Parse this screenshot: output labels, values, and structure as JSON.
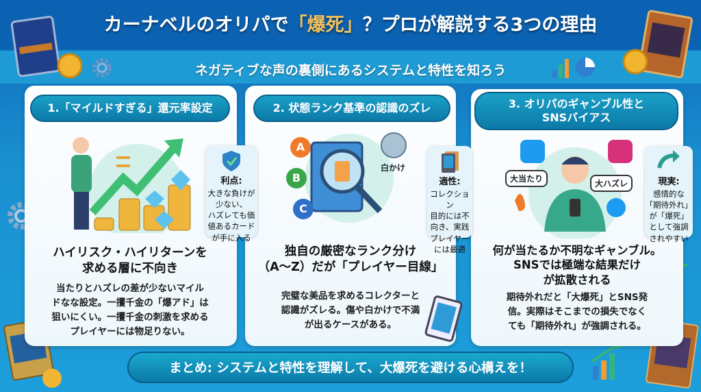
{
  "header": {
    "title_pre": "カーナベルのオリパで",
    "title_highlight": "「爆死」",
    "title_post": "？プロが解説する3つの理由",
    "subtitle": "ネガティブな声の裏側にあるシステムと特性を知ろう"
  },
  "panels": [
    {
      "header": "1.「マイルドすぎる」還元率設定",
      "heading": [
        "ハイリスク・ハイリターンを",
        "求める層に不向き"
      ],
      "body": [
        "当たりとハズレの差が少ないマイル",
        "ドなな設定。一攫千金の「爆アド」は",
        "狙いにくい。一攫千金の刺激を求める",
        "プレイヤーには物足りない。"
      ],
      "callout": {
        "title": "利点:",
        "lines": [
          "大きな負けが",
          "少ない、",
          "ハズレても価",
          "値あるカード",
          "が手に入る"
        ],
        "icon": "shield-check-icon"
      }
    },
    {
      "header": "2. 状態ランク基準の認識のズレ",
      "heading": [
        "独自の厳密なランク分け",
        "（A〜Z）だが「プレイヤー目線」"
      ],
      "body": [
        "完璧な美品を求めるコレクターと",
        "認識がズレる。傷や白かけで不満",
        "が出るケースがある。"
      ],
      "illustration": {
        "grades": [
          "A",
          "B",
          "C"
        ],
        "label": "白かけ"
      },
      "callout": {
        "title": "適性:",
        "lines": [
          "コレクション",
          "目的には不",
          "向き、実践",
          "プレイヤー",
          "には最適"
        ],
        "icon": "card-icon"
      }
    },
    {
      "header": [
        "3. オリパのギャンブル性と",
        "SNSバイアス"
      ],
      "heading": [
        "何が当たるか不明なギャンブル。",
        "SNSでは極端な結果だけ",
        "が拡散される"
      ],
      "body": [
        "期待外れだと「大爆死」とSNS発",
        "信。実際はそこまでの損失でなく",
        "ても「期待外れ」が強調される。"
      ],
      "illustration": {
        "bubble_left": "大当たり",
        "bubble_right": "大ハズレ"
      },
      "callout": {
        "title": "現実:",
        "lines": [
          "感情的な",
          "「期待外れ」",
          "が「爆死」",
          "として強調",
          "されやすい"
        ],
        "icon": "arrow-right-icon"
      }
    }
  ],
  "footer": {
    "summary": "まとめ: システムと特性を理解して、大爆死を避ける心構えを！"
  },
  "colors": {
    "title_band": "#0b62b2",
    "highlight": "#f3c15b",
    "header_pill": "#0c7aa8"
  }
}
